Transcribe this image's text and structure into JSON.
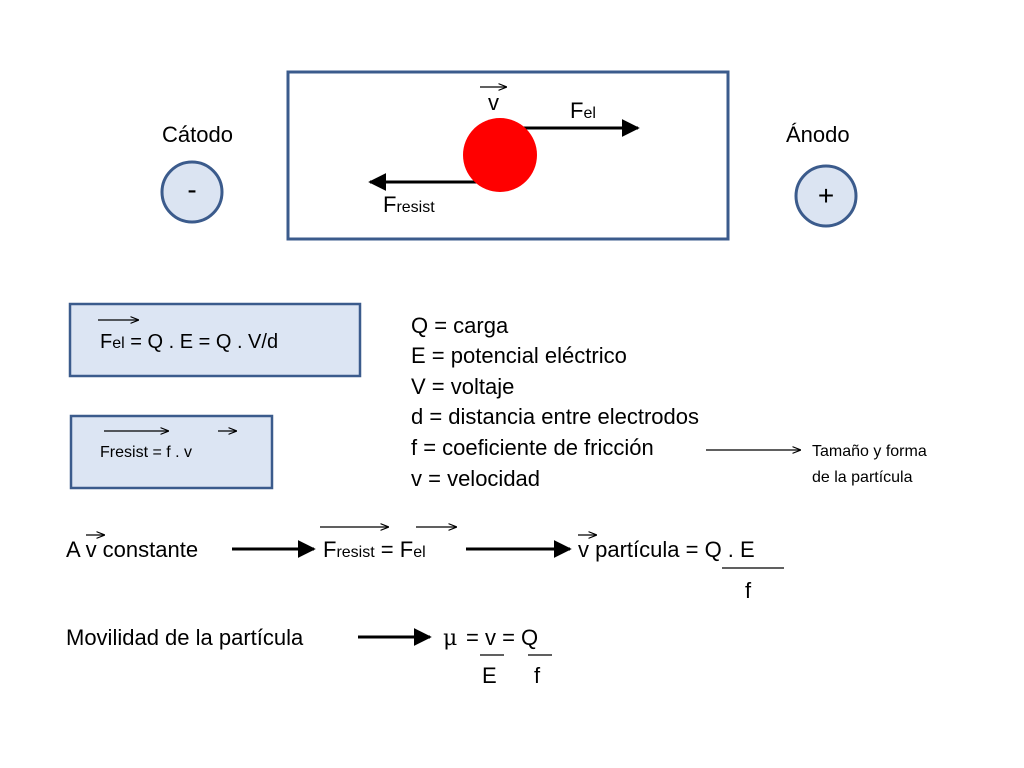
{
  "diagram": {
    "cathode": {
      "label": "Cátodo",
      "symbol": "-"
    },
    "anode": {
      "label": "Ánodo",
      "symbol": "+"
    },
    "particle": {
      "velocity_label": "v",
      "fel_main": "F",
      "fel_sub": "el",
      "fresist_main": "F",
      "fresist_sub": "resist"
    },
    "colors": {
      "box_border": "#3b5b8c",
      "particle": "#ff0000",
      "electrode_fill": "#dbe4f2",
      "formula_box_fill": "#dce5f3"
    }
  },
  "formulas": {
    "fel": {
      "f": "F",
      "sub": "el",
      "rest": " = Q . E = Q . V/d"
    },
    "fresist": {
      "f": "F",
      "sub": "resist",
      "rest": " = f . v"
    }
  },
  "definitions": [
    "Q = carga",
    "E = potencial eléctrico",
    "V = voltaje",
    "d = distancia entre electrodos",
    "f  = coeficiente de fricción",
    "v = velocidad"
  ],
  "note": {
    "line1": "Tamaño y forma",
    "line2": "de la partícula"
  },
  "constant_row": {
    "lead": "A v constante",
    "fresist_main": "F",
    "fresist_sub": "resist",
    "equals": " = ",
    "fel_main": "F",
    "fel_sub": "el",
    "result": "v partícula = Q . E",
    "denominator": "f"
  },
  "mobility_row": {
    "lead": "Movilidad de la partícula",
    "mu": "μ",
    "expr": "= v = Q",
    "den_e": "E",
    "den_f": "f"
  }
}
